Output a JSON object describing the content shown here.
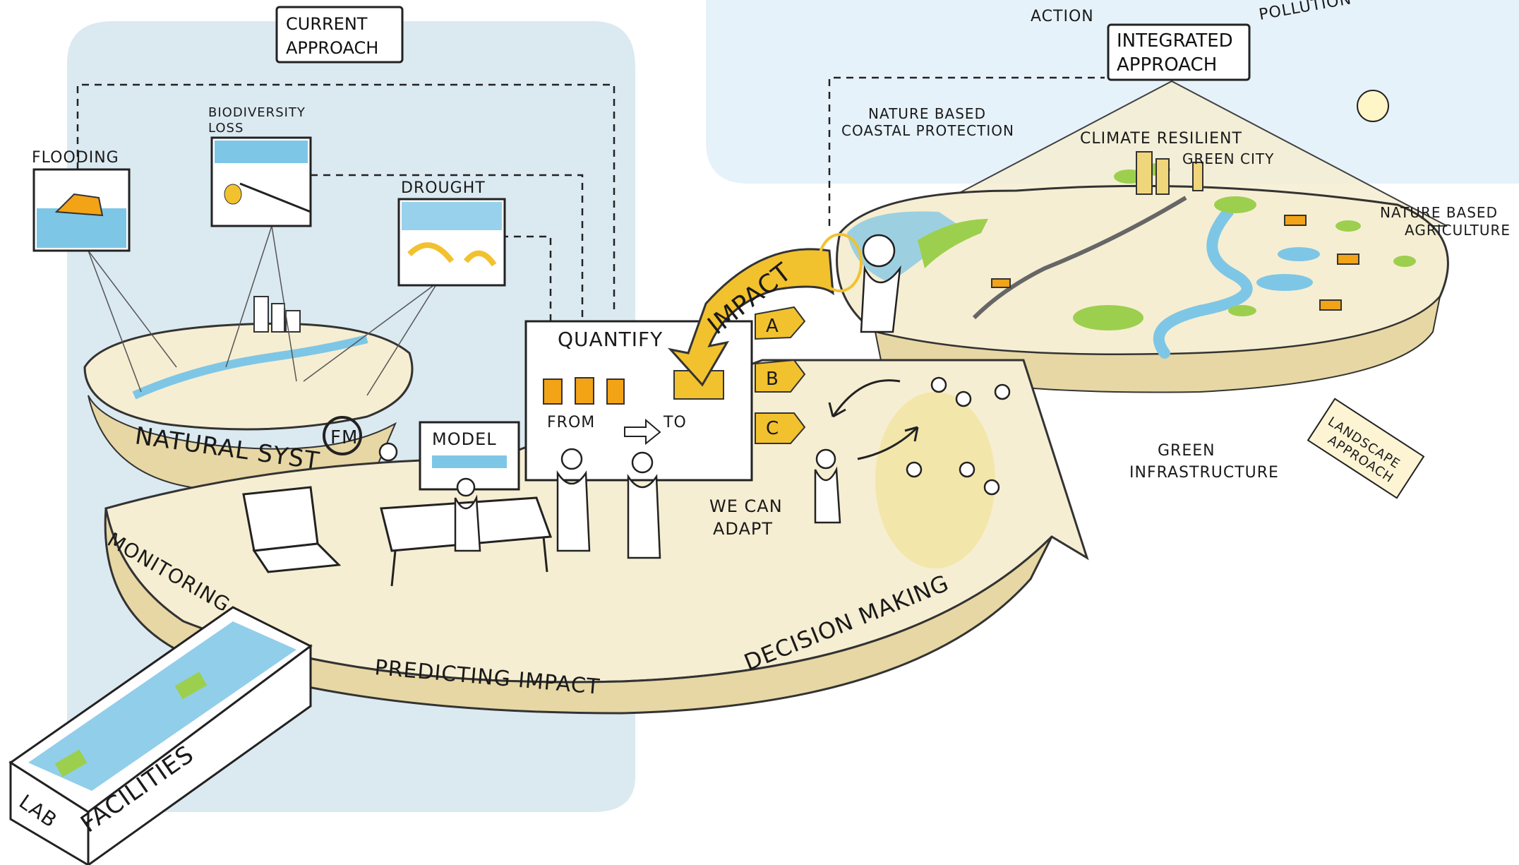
{
  "colors": {
    "left_panel": "#dbe9f1",
    "sky": "#e6f2fa",
    "platform": "#f6eed2",
    "platform_edge": "#e7d7a4",
    "water": "#7ec6e6",
    "green": "#9ccf4e",
    "accent_yellow": "#f2c12e",
    "accent_orange": "#f2a316",
    "ink": "#1a1a1a"
  },
  "labels": {
    "action": "ACTION",
    "pollution": "POLLUTION",
    "current_approach": [
      "CURRENT",
      "APPROACH"
    ],
    "integrated_approach": [
      "INTEGRATED",
      "APPROACH"
    ],
    "flooding": "FLOODING",
    "biodiversity_loss": [
      "BIODIVERSITY",
      "LOSS"
    ],
    "drought": "DROUGHT",
    "natural_system": "NATURAL SYST",
    "fm": "FM",
    "model": "MODEL",
    "quantify": "QUANTIFY",
    "from": "FROM",
    "to": "TO",
    "impact": "IMPACT",
    "options": [
      "A",
      "B",
      "C"
    ],
    "we_can_adapt": [
      "WE CAN",
      "ADAPT"
    ],
    "nature_coastal": [
      "NATURE BASED",
      "COASTAL PROTECTION"
    ],
    "climate_city": [
      "CLIMATE RESILIENT",
      "GREEN CITY"
    ],
    "nature_agri": [
      "NATURE BASED",
      "AGRICULTURE"
    ],
    "green_infra": [
      "GREEN",
      "INFRASTRUCTURE"
    ],
    "landscape_approach": [
      "LANDSCAPE",
      "APPROACH"
    ],
    "monitoring": "MONITORING",
    "predicting_impact": "PREDICTING IMPACT",
    "decision_making": "DECISION MAKING",
    "lab": "LAB",
    "facilities": "FACILITIES"
  }
}
